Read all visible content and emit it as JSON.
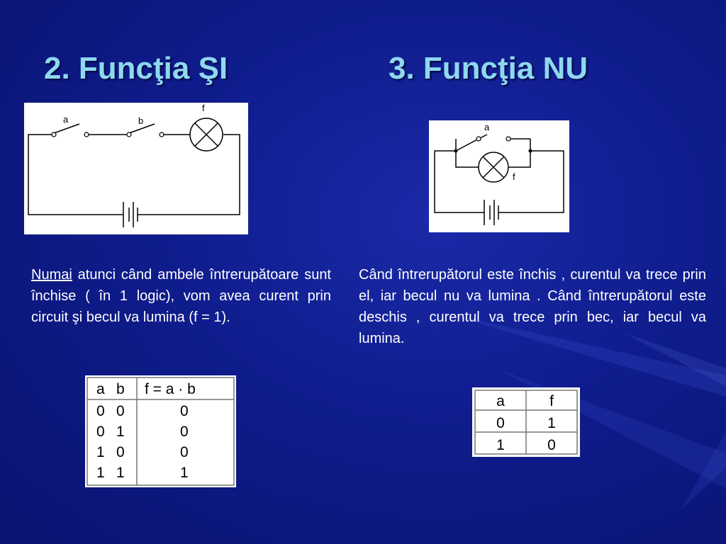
{
  "titles": {
    "left": "2. Funcţia ŞI",
    "right": "3. Funcţia NU"
  },
  "circuit_and": {
    "label_a": "a",
    "label_b": "b",
    "label_f": "f"
  },
  "circuit_not": {
    "label_a": "a",
    "label_f": "f"
  },
  "text_left": {
    "underlined": "Numai",
    "rest": " atunci când ambele întrerupătoare sunt închise  ( în 1 logic), vom avea curent prin circuit şi becul va lumina (f = 1)."
  },
  "text_right": "Când întrerupătorul este închis , curentul va trece prin el, iar becul nu va lumina . Când întrerupătorul este deschis , curentul va trece prin bec, iar becul  va lumina.",
  "table_and": {
    "headers": [
      "a",
      "b",
      "f = a · b"
    ],
    "rows": [
      [
        "0",
        "0",
        "0"
      ],
      [
        "0",
        "1",
        "0"
      ],
      [
        "1",
        "0",
        "0"
      ],
      [
        "1",
        "1",
        "1"
      ]
    ]
  },
  "table_not": {
    "headers": [
      "a",
      "f"
    ],
    "rows": [
      [
        "0",
        "1"
      ],
      [
        "1",
        "0"
      ]
    ]
  }
}
